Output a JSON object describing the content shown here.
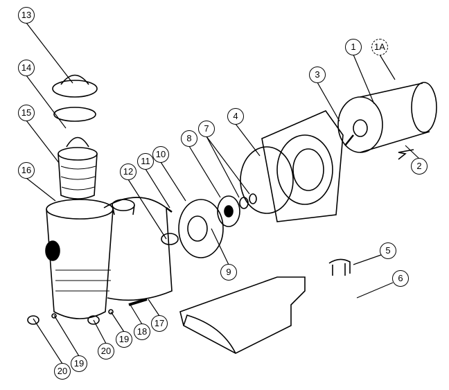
{
  "title": "Pump exploded parts diagram",
  "callouts": {
    "c13": "13",
    "c14": "14",
    "c15": "15",
    "c16": "16",
    "c12": "12",
    "c11": "11",
    "c10": "10",
    "c8": "8",
    "c7": "7",
    "c4": "4",
    "c3": "3",
    "c1": "1",
    "c1a": "1A",
    "c2": "2",
    "c9": "9",
    "c5": "5",
    "c6": "6",
    "c17": "17",
    "c18": "18",
    "c19a": "19",
    "c20a": "20",
    "c19b": "19",
    "c20b": "20"
  },
  "colors": {
    "ink": "#000000",
    "paper": "#ffffff"
  }
}
